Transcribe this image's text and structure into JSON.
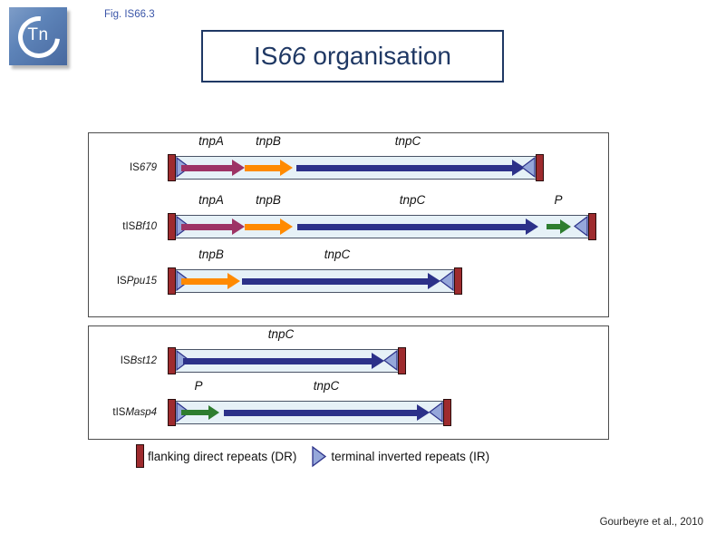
{
  "logo": {
    "text": "Tn"
  },
  "fig_label": "Fig. IS66.3",
  "title": {
    "prefix": "IS",
    "italic": "66",
    "suffix": " organisation"
  },
  "rows": [
    {
      "label_roman": "IS",
      "label_italic": "679",
      "genes": [
        {
          "name": "tnpA"
        },
        {
          "name": "tnpB"
        },
        {
          "name": "tnpC"
        }
      ]
    },
    {
      "label_roman": "tIS",
      "label_italic": "Bf10",
      "genes": [
        {
          "name": "tnpA"
        },
        {
          "name": "tnpB"
        },
        {
          "name": "tnpC"
        },
        {
          "name": "P"
        }
      ]
    },
    {
      "label_roman": "IS",
      "label_italic": "Ppu15",
      "genes": [
        {
          "name": "tnpB"
        },
        {
          "name": "tnpC"
        }
      ]
    },
    {
      "label_roman": "IS",
      "label_italic": "Bst12",
      "genes": [
        {
          "name": "tnpC"
        }
      ]
    },
    {
      "label_roman": "tIS",
      "label_italic": "Masp4",
      "genes": [
        {
          "name": "P"
        },
        {
          "name": "tnpC"
        }
      ]
    }
  ],
  "legend": {
    "dr_label": "flanking direct repeats (DR)",
    "ir_label": "terminal inverted repeats (IR)"
  },
  "citation": "Gourbeyre et al., 2010",
  "colors": {
    "title_navy": "#1f3864",
    "fig_label_blue": "#3a55a8",
    "bar_fill": "#e6f1f7",
    "bar_border": "#4a5366",
    "dr_red": "#9e2b2e",
    "ir_fill": "#95a7da",
    "ir_stroke": "#2c3189",
    "tnpA": "#9d3365",
    "tnpB": "#ff8a00",
    "tnpC": "#2c3189",
    "P": "#2e7d2f",
    "logo_blue": "#5d83b8"
  }
}
